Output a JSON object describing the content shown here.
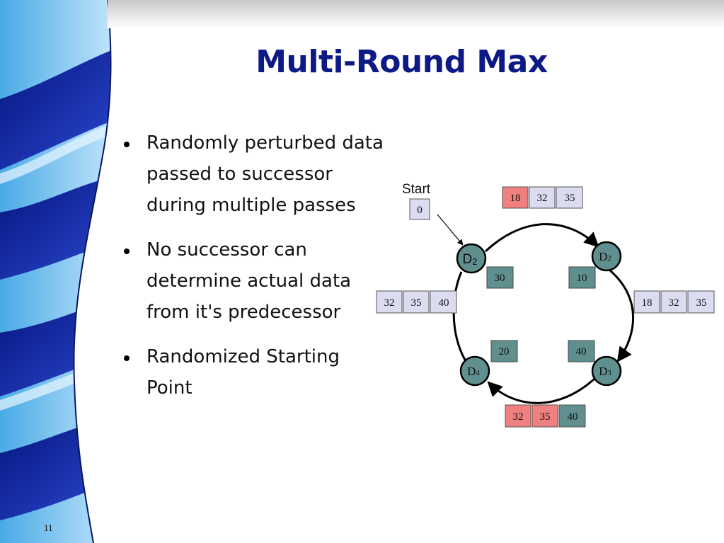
{
  "slide": {
    "title": "Multi-Round Max",
    "page_number": "11",
    "bullets": [
      {
        "text": "Randomly perturbed data passed to successor during multiple passes"
      },
      {
        "text": "No successor can determine actual data from it's predecessor"
      },
      {
        "text": "Randomized Starting Point"
      }
    ]
  },
  "diagram": {
    "start_label": "Start",
    "start_value": "0",
    "nodes": {
      "top_left": {
        "letter": "D",
        "sub": "2"
      },
      "top_right": {
        "letter": "D",
        "sub": "2"
      },
      "bottom_right": {
        "letter": "D",
        "sub": "3"
      },
      "bottom_left": {
        "letter": "D",
        "sub": "4"
      }
    },
    "inner_values": {
      "top_left": "30",
      "top_right": "10",
      "bottom_left": "20",
      "bottom_right": "40"
    },
    "top_row": [
      "18",
      "32",
      "35"
    ],
    "right_row": [
      "18",
      "32",
      "35"
    ],
    "bottom_row": [
      "32",
      "35",
      "40"
    ],
    "left_row": [
      "32",
      "35",
      "40"
    ],
    "colors": {
      "title": "#0d1a86",
      "lavender_box": "#dcdcf0",
      "red_box": "#f08080",
      "teal": "#5f8f8e",
      "deco_dark": "#0a1e96",
      "deco_light": "#5fb8ec"
    }
  }
}
